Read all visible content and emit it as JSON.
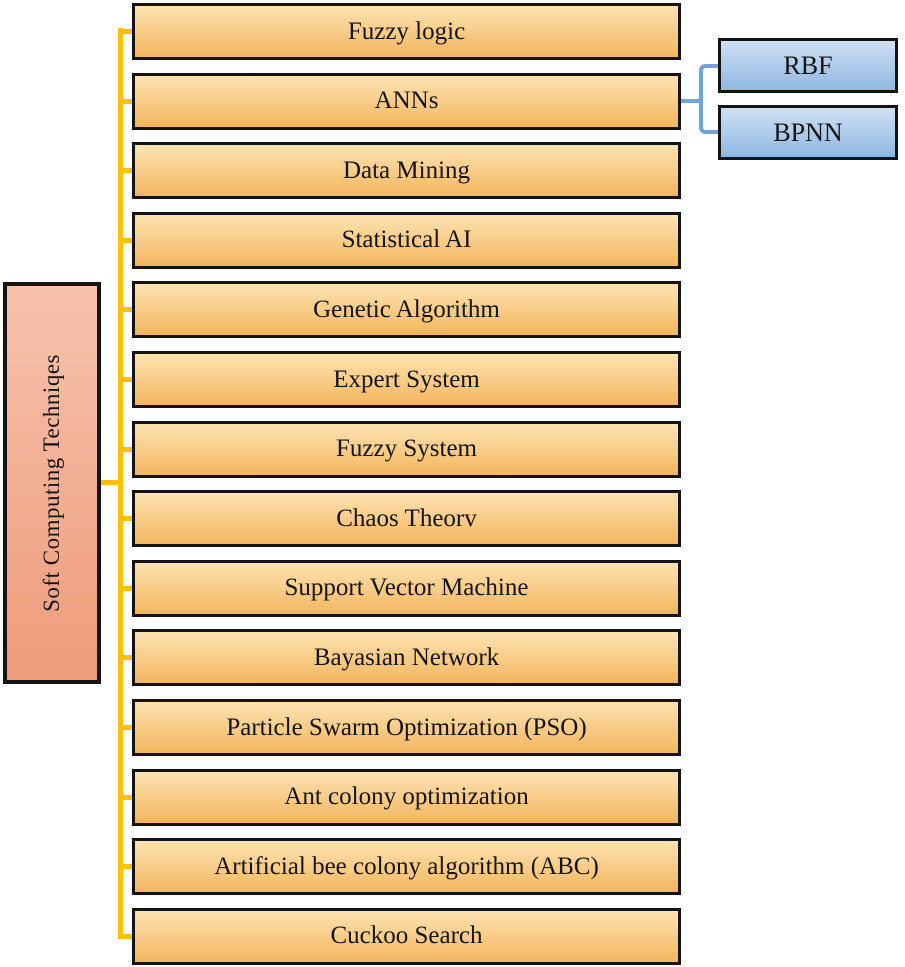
{
  "diagram": {
    "root": {
      "label": "Soft Computing Techniqes"
    },
    "techniques": [
      "Fuzzy logic",
      "ANNs",
      "Data Mining",
      "Statistical AI",
      "Genetic Algorithm",
      "Expert System",
      "Fuzzy System",
      "Chaos Theorv",
      "Support Vector Machine",
      "Bayasian Network",
      "Particle Swarm Optimization (PSO)",
      "Ant colony optimization",
      "Artificial bee colony algorithm (ABC)",
      "Cuckoo Search"
    ],
    "ann_children": {
      "parent": "ANNs",
      "items": [
        "RBF",
        "BPNN"
      ]
    },
    "colors": {
      "technique_fill_top": "#fde3b2",
      "technique_fill_bottom": "#f3b65f",
      "root_fill_top": "#f7c2ad",
      "root_fill_bottom": "#ee9c7a",
      "child_fill_top": "#cfe0f3",
      "child_fill_bottom": "#8fb7e1",
      "connector_gold": "#ffc003",
      "connector_blue": "#6fa3da",
      "border": "#141414",
      "text": "#141414"
    }
  }
}
